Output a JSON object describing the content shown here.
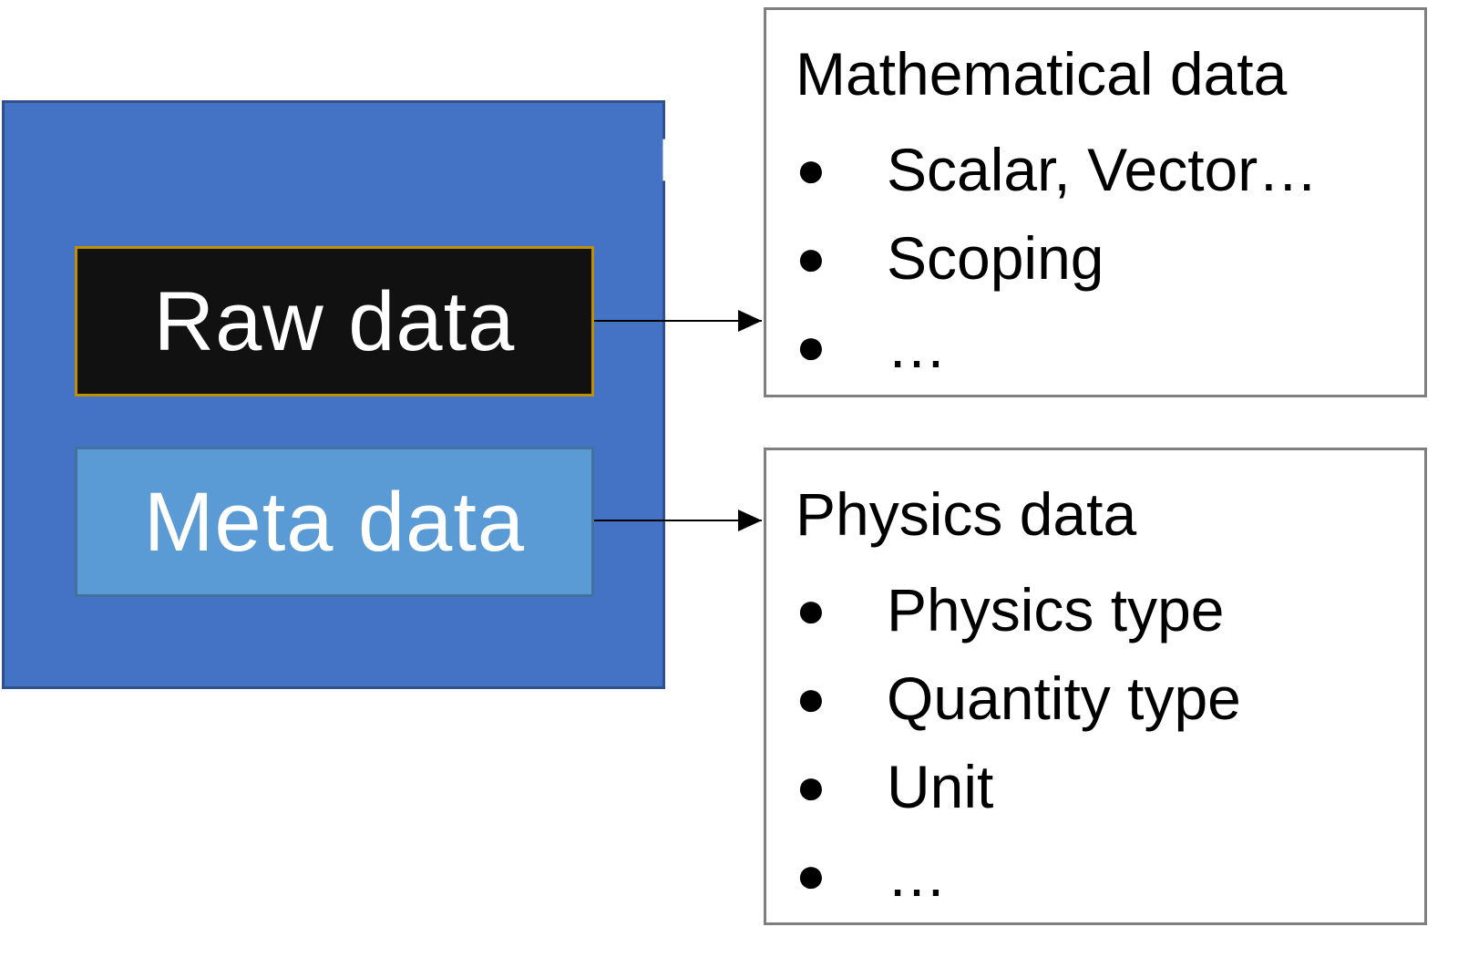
{
  "field": {
    "title": "Field",
    "raw_label": "Raw data",
    "meta_label": "Meta data"
  },
  "math_box": {
    "title": "Mathematical data",
    "items": [
      "Scalar, Vector…",
      "Scoping",
      "…"
    ]
  },
  "physics_box": {
    "title": "Physics data",
    "items": [
      "Physics type",
      "Quantity type",
      "Unit",
      "…"
    ]
  },
  "colors": {
    "field_fill": "#4472c4",
    "raw_fill": "#111111",
    "raw_border": "#bf9000",
    "meta_fill": "#5b9bd5",
    "box_border": "#7f7f7f"
  }
}
